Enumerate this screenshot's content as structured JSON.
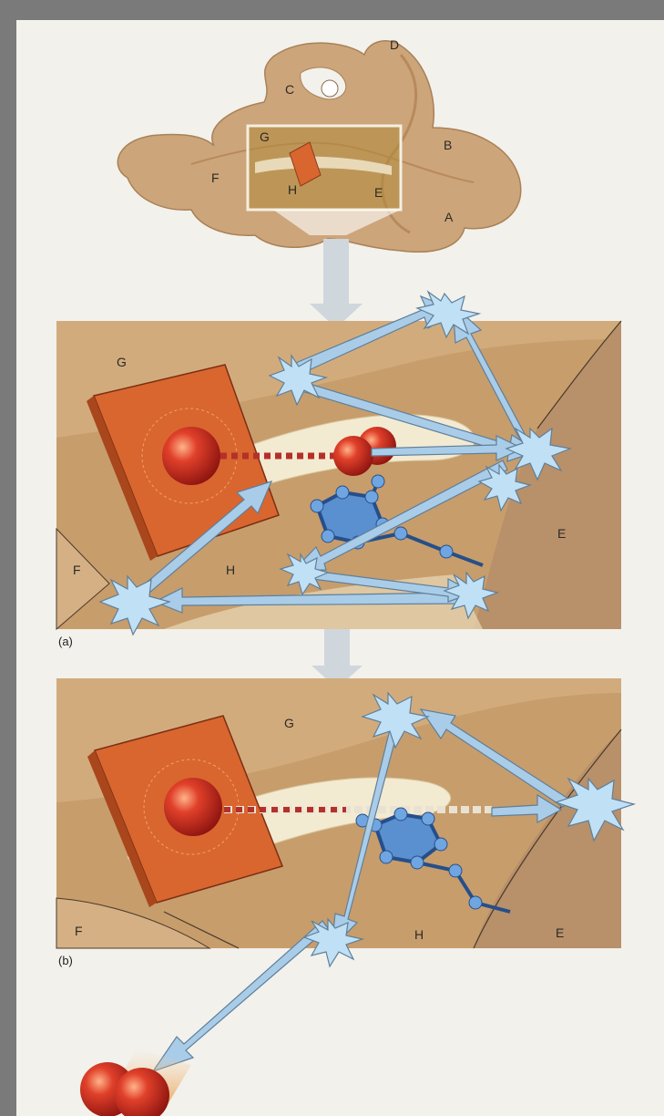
{
  "protein_labels": {
    "a": "A",
    "b": "B",
    "c": "C",
    "d": "D",
    "e": "E",
    "f": "F",
    "g": "G",
    "h": "H"
  },
  "panel_a": {
    "caption": "(a)",
    "label_g": "G",
    "label_f": "F",
    "label_h": "H",
    "label_e": "E"
  },
  "panel_b": {
    "caption": "(b)",
    "label_g": "G",
    "label_f": "F",
    "label_h": "H",
    "label_e": "E"
  },
  "colors": {
    "protein": "#cda57a",
    "protein_dark": "#b78a5c",
    "highlight_box": "#b08b3a",
    "helix_ribbon": "#e8d9b8",
    "heme_plate": "#d9662f",
    "iron": "#c0231a",
    "arrow": "#a9cde8",
    "ring": "#5a8fd0",
    "page": "#f2f1ec",
    "frame": "#7a7a7a"
  },
  "icons": [
    "starburst-icon",
    "arrow-icon",
    "heme-plate-icon",
    "iron-sphere-icon",
    "aromatic-ring-icon"
  ]
}
